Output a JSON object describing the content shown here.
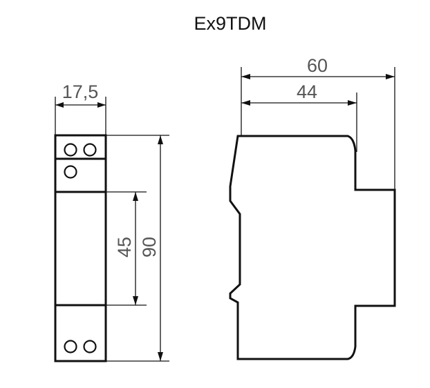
{
  "title": "Ex9TDM",
  "front_view": {
    "width_label": "17,5",
    "middle_height_label": "45",
    "total_height_label": "90"
  },
  "side_view": {
    "depth_label": "60",
    "inner_depth_label": "44"
  }
}
